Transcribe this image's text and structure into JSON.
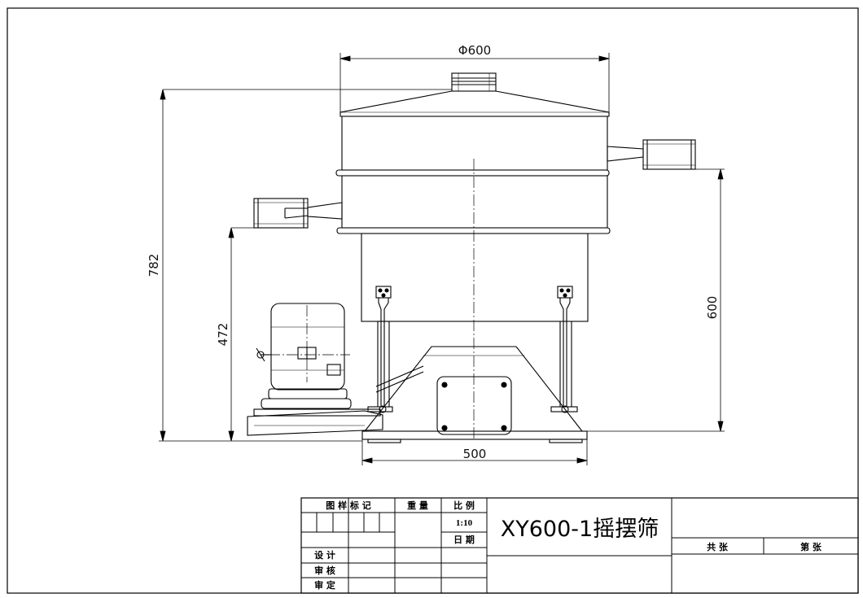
{
  "drawing": {
    "dimensions": {
      "diameter": "Φ600",
      "total_height": "782",
      "outlet_low_height": "472",
      "outlet_high_height": "600",
      "base_width": "500"
    }
  },
  "title_block": {
    "mark_header": "图 样 标 记",
    "weight_header": "重 量",
    "scale_header": "比 例",
    "scale_value": "1:10",
    "date_label": "日 期",
    "design_label": "设 计",
    "review_label": "审 核",
    "approve_label": "审 定",
    "title": "XY600-1摇摆筛",
    "total_sheets_label": "共    张",
    "sheet_no_label": "第    张"
  }
}
